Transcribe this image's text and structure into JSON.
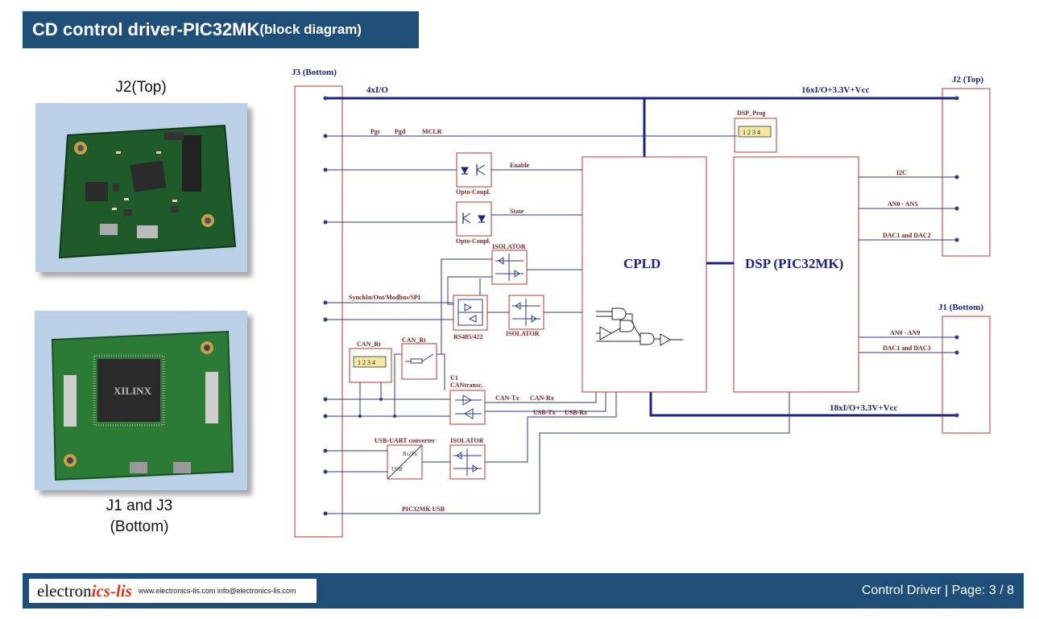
{
  "title": {
    "main": "CD control driver-PIC32MK",
    "sub": "(block diagram)"
  },
  "photos": {
    "top_label": "J2(Top)",
    "bottom_label_1": "J1 and J3",
    "bottom_label_2": "(Bottom)",
    "chip_text": "XILINX"
  },
  "diagram": {
    "connectors": {
      "j3": "J3 (Bottom)",
      "j2": "J2 (Top)",
      "j1": "J1 (Bottom)",
      "dsp_prog": "DSP_Prog",
      "pin_numbers": "1 2 3 4"
    },
    "bus": {
      "top_left": "4xI/O",
      "top_right": "16xI/O+3.3V+Vcc",
      "bottom_right": "18xI/O+3.3V+Vcc"
    },
    "signals": {
      "pgc": "Pgc",
      "pgd": "Pgd",
      "mclr": "MCLR",
      "enable": "Enable",
      "state": "State",
      "synch": "SynchIn/Out/Modbus/SPI",
      "can_tx": "CAN-Tx",
      "can_rx": "CAN-Rx",
      "usb_tx": "USB-Tx",
      "usb_rx": "USB-Rx",
      "pic_usb": "PIC32MK  USB",
      "i2c": "I2C",
      "an0_an5": "AN0 - AN5",
      "dac12": "DAC1 and DAC2",
      "an0_an9": "AN0 - AN9",
      "dac13": "DAC1 and DAC3"
    },
    "blocks": {
      "cpld": "CPLD",
      "dsp": "DSP (PIC32MK)",
      "opto": "Opto-Coupl.",
      "isolator": "ISOLATOR",
      "rs485": "RS485/422",
      "can_rt": "CAN_Rt",
      "u1": "U1",
      "cantransc": "CANtransc.",
      "usb_uart": "USB-UART converter",
      "rxtx": "Rx/Tx",
      "usb": "USB"
    },
    "colors": {
      "bus": "#1a237e",
      "wire": "#2a3a8c",
      "box": "#b03a2e",
      "accent": "#7a1f1f"
    }
  },
  "footer": {
    "logo_a": "electron",
    "logo_b": "ics-lis",
    "contact": "www.electronics-lis.com  info@electronics-lis.com",
    "page_info": "Control Driver | Page: 3 / 8"
  }
}
